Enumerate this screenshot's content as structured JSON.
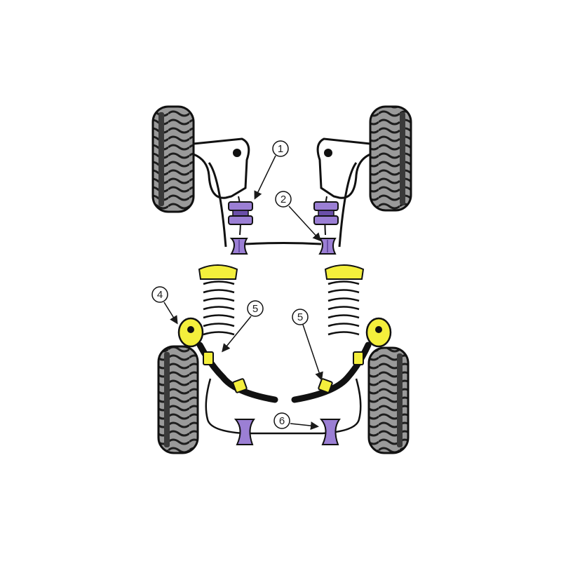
{
  "diagram": {
    "callouts": [
      {
        "id": "callout-1",
        "label": "1"
      },
      {
        "id": "callout-2",
        "label": "2"
      },
      {
        "id": "callout-4",
        "label": "4"
      },
      {
        "id": "callout-5-left",
        "label": "5"
      },
      {
        "id": "callout-5-right",
        "label": "5"
      },
      {
        "id": "callout-6",
        "label": "6"
      }
    ]
  },
  "colors": {
    "background": "#ffffff",
    "tyre": "#8e8e8e",
    "tyre_dark": "#2a2a2a",
    "outline": "#1a1a1a",
    "arm_fill": "#ffffff",
    "bush_purple": "#9b7fd4",
    "bush_purple_dark": "#6a4fa8",
    "bush_yellow": "#f4ef3c",
    "spring": "#f2f2f2",
    "callout_fill": "#ffffff"
  }
}
